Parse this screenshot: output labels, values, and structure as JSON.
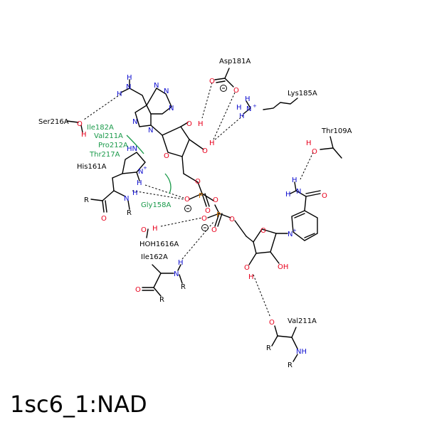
{
  "title": "1sc6_1:NAD",
  "colors": {
    "bond": "#000000",
    "oxygen": "#e8001c",
    "nitrogen": "#1010d0",
    "phosphorus": "#d07000",
    "hydrophobic": "#1a9a4a"
  },
  "residues": {
    "asp181": "Asp181A",
    "lys185": "Lys185A",
    "ser216": "Ser216A",
    "ile182": "Ile182A",
    "val211a": "Val211A",
    "pro212": "Pro212A",
    "thr217": "Thr217A",
    "his161": "His161A",
    "gly158": "Gly158A",
    "thr109": "Thr109A",
    "hoh1616": "HOH1616A",
    "ile162": "Ile162A",
    "val211b": "Val211A"
  }
}
